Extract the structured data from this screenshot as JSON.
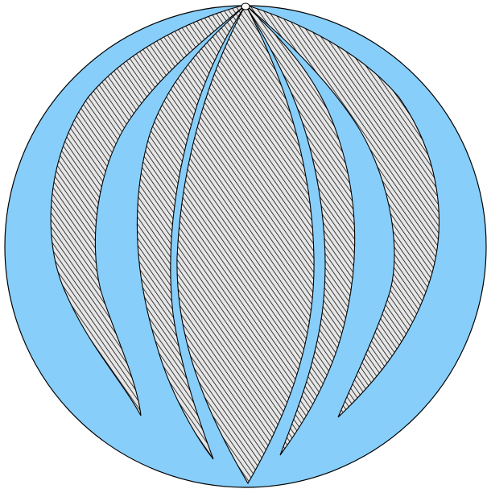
{
  "diagram": {
    "shape": "circle-with-hatched-lobes",
    "colors": {
      "background": "#ffffff",
      "circle_fill": "#87CEFA",
      "outline": "#000000",
      "lobe_fill": "#e6e6e6",
      "hatch": "#111111"
    },
    "lobes": [
      {
        "id": "outer-left",
        "style": "hatched"
      },
      {
        "id": "inner-left",
        "style": "hatched"
      },
      {
        "id": "center",
        "style": "hatched"
      },
      {
        "id": "inner-right",
        "style": "hatched"
      },
      {
        "id": "outer-right",
        "style": "hatched"
      }
    ]
  }
}
